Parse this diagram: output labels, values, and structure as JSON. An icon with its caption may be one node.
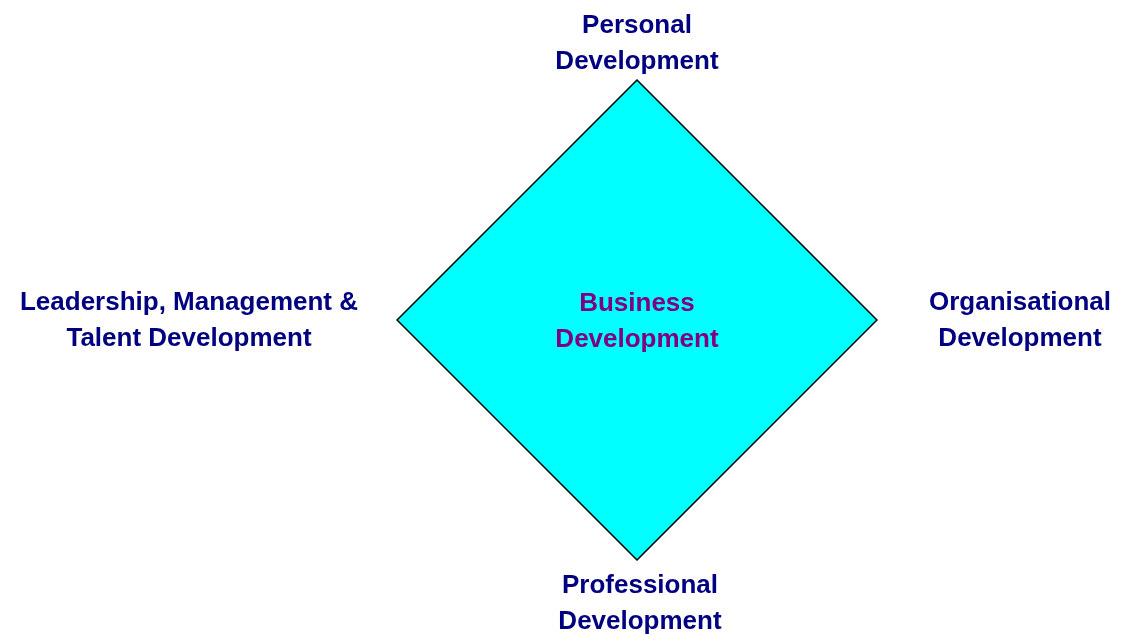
{
  "diagram": {
    "nodes": [
      {
        "text": [
          "Business Development"
        ]
      }
    ],
    "labels": [
      "Personal Development",
      "Leadership, Management & Talent Development",
      "Organisational Development",
      "Professional Development"
    ]
  }
}
